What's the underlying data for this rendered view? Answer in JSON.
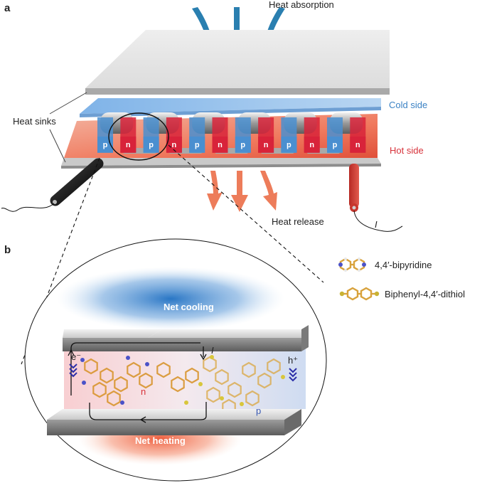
{
  "panels": {
    "a": {
      "label": "a",
      "heat_absorption": "Heat absorption",
      "heat_release": "Heat release",
      "cold_side": "Cold side",
      "hot_side": "Hot side",
      "heat_sinks": "Heat sinks",
      "current": "I",
      "junction_labels": [
        "p",
        "n",
        "p",
        "n",
        "p",
        "n",
        "p",
        "n",
        "p",
        "n",
        "p",
        "n"
      ]
    },
    "b": {
      "label": "b",
      "net_cooling": "Net cooling",
      "net_heating": "Net heating",
      "electron": "e⁻",
      "hole": "h⁺",
      "n_region": "n",
      "p_region": "p",
      "current": "I"
    }
  },
  "legend": {
    "items": [
      {
        "label": "4,4′-bipyridine",
        "molecule": "bipyridine-icon"
      },
      {
        "label": "Biphenyl-4,4′-dithiol",
        "molecule": "biphenyl-dithiol-icon"
      }
    ]
  },
  "colors": {
    "heat_in_arrow": "#2a7fb0",
    "heat_out_arrow": "#e8764f",
    "cold_label": "#3b82c4",
    "hot_label": "#d7323a",
    "n_leg": "#d8233a",
    "p_leg": "#4a8fd0",
    "cooling_glow": "#1e6fc2",
    "heating_glow": "#ee5533"
  }
}
